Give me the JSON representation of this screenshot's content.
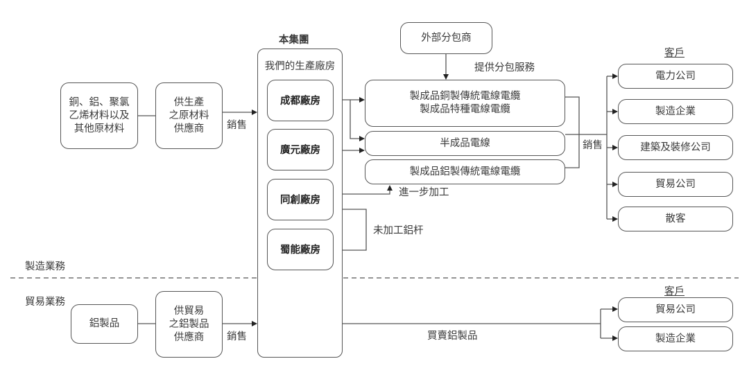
{
  "group": {
    "title": "本集團",
    "subtitle": "我們的生產廠房",
    "plants": [
      "成都廠房",
      "廣元廠房",
      "同創廠房",
      "蜀能廠房"
    ]
  },
  "manufacturing": {
    "section_label": "製造業務",
    "raw_materials": [
      "銅、鋁、聚氯",
      "乙烯材料以及",
      "其他原材料"
    ],
    "supplier": [
      "供生產",
      "之原材料",
      "供應商"
    ],
    "sale_label": "銷售",
    "subcontractor": "外部分包商",
    "subcontract_label": "提供分包服務",
    "products": {
      "copper_special": [
        "製成品銅製傳統電線電纜",
        "製成品特種電線電纜"
      ],
      "semi_finished": "半成品電線",
      "aluminum": "製成品鋁製傳統電線電纜"
    },
    "further_processing_label": "進一步加工",
    "raw_rod_label": "未加工鋁杆",
    "customer_sale_label": "銷售",
    "customers_title": "客戶",
    "customers": [
      "電力公司",
      "製造企業",
      "建築及裝修公司",
      "貿易公司",
      "散客"
    ]
  },
  "trading": {
    "section_label": "貿易業務",
    "product": "鋁製品",
    "supplier": [
      "供貿易",
      "之鋁製品",
      "供應商"
    ],
    "sale_label": "銷售",
    "trade_label": "買賣鋁製品",
    "customers_title": "客戶",
    "customers": [
      "貿易公司",
      "製造企業"
    ]
  }
}
